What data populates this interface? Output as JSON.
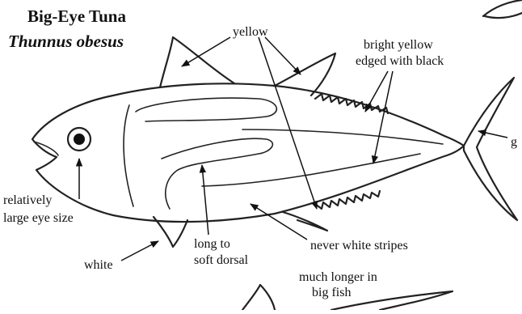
{
  "diagram": {
    "title": "Big-Eye Tuna",
    "subtitle": "Thunnus obesus",
    "labels": {
      "yellow": "yellow",
      "bright_yellow_line1": "bright yellow",
      "bright_yellow_line2": "edged with black",
      "relatively_line1": "relatively",
      "relatively_line2": "large eye size",
      "white": "white",
      "long_to_line1": "long to",
      "long_to_line2": "soft dorsal",
      "never_white": "never white stripes",
      "much_longer_line1": "much longer in",
      "much_longer_line2": "big fish",
      "cut_off": "g"
    }
  }
}
